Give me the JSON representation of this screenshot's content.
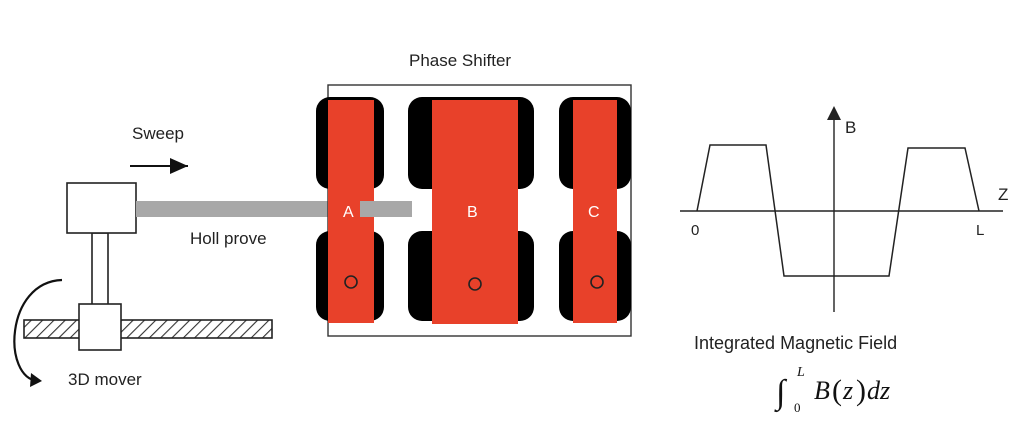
{
  "labels": {
    "phase_shifter": "Phase Shifter",
    "sweep": "Sweep",
    "probe": "Holl prove",
    "mover": "3D mover",
    "magnet_a": "A",
    "magnet_b": "B",
    "magnet_c": "C",
    "graph_title": "Integrated Magnetic Field"
  },
  "graph": {
    "y_axis_label": "B",
    "z_axis_label": "Z",
    "origin_label": "0",
    "end_label": "L"
  },
  "formula": {
    "integral": "∫",
    "upper_limit": "L",
    "lower_limit": "0",
    "integrand_B": "B",
    "integrand_open": "(",
    "integrand_z": "z",
    "integrand_close": ")",
    "differential": "dz"
  },
  "colors": {
    "magnet_red": "#e8412a",
    "pole_black": "#000000",
    "probe_gray": "#a8a8a8"
  }
}
